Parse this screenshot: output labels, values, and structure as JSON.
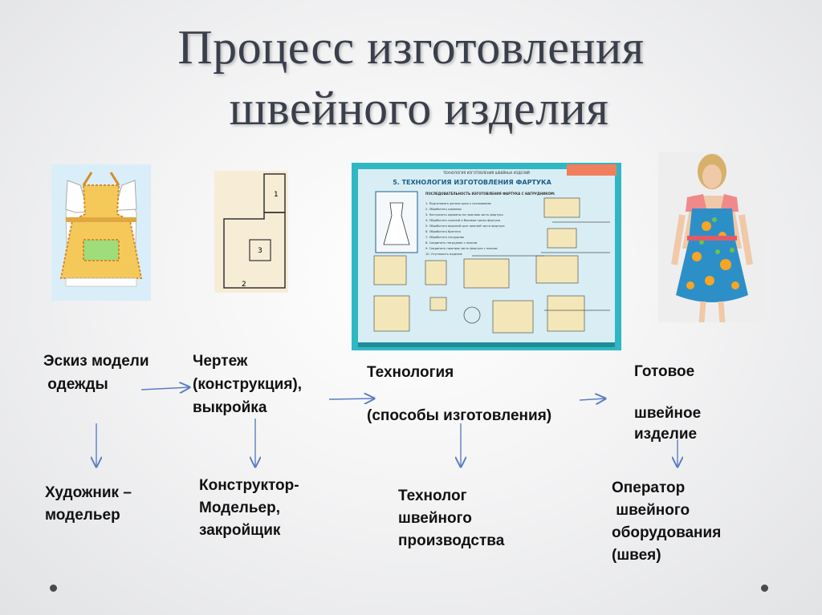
{
  "title": {
    "line1": "Процесс изготовления",
    "line2": "швейного изделия"
  },
  "poster": {
    "kicker": "ТЕХНОЛОГИЯ ИЗГОТОВЛЕНИЯ ШВЕЙНЫХ ИЗДЕЛИЙ",
    "heading": "5. ТЕХНОЛОГИЯ ИЗГОТОВЛЕНИЯ ФАРТУКА",
    "subheading": "ПОСЛЕДОВАТЕЛЬНОСТЬ ИЗГОТОВЛЕНИЯ ФАРТУКА С НАГРУДНИКОМ:",
    "steps": [
      "1. Подготовить детали кроя к скалыванию",
      "2. Обработать карманы",
      "3. Настрочить карманы на нижнюю часть фартука",
      "4. Обработать нижний и боковые срезы фартука",
      "5. Обработать верхний срез нижней части фартука",
      "6. Обработать бретели",
      "7. Обработать нагрудник",
      "8. Соединить нагрудник с поясом",
      "9. Соединить нижнюю часть фартука с поясом",
      "10. Отутюжить изделие"
    ]
  },
  "pattern_numbers": [
    "1",
    "3",
    "2"
  ],
  "stages": [
    {
      "text": "Эскиз модели\n одежды"
    },
    {
      "text": "Чертеж\n(конструкция),\nвыкройка"
    },
    {
      "text": "Технология\n\n(способы изготовления)"
    },
    {
      "text": "Готовое\n\nшвейное\nизделие"
    }
  ],
  "roles": [
    {
      "text": "Художник –\nмодельер"
    },
    {
      "text": "Конструктор-\nМодельер,\nзакройщик"
    },
    {
      "text": "Технолог\nшвейного\nпроизводства"
    },
    {
      "text": "Оператор\n швейного\nоборудования\n(швея)"
    }
  ],
  "colors": {
    "title": "#3a3f4b",
    "arrow": "#5b7dc4",
    "poster_frame": "#2fb7c4",
    "apron_fill": "#f5c85a",
    "pocket_fill": "#9fdc7a"
  }
}
